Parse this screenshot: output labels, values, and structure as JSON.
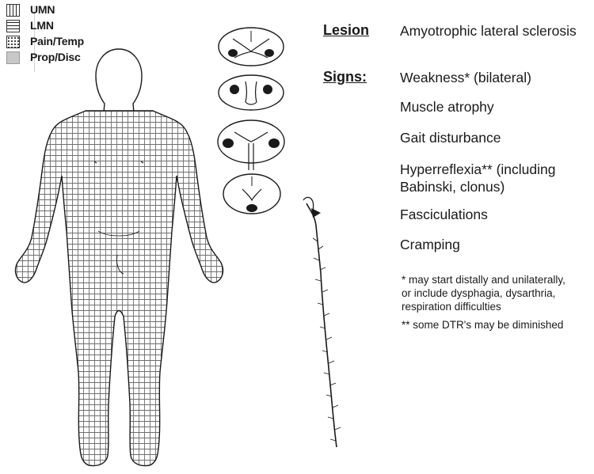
{
  "legend": {
    "items": [
      {
        "label": "UMN"
      },
      {
        "label": "LMN"
      },
      {
        "label": "Pain/Temp"
      },
      {
        "label": "Prop/Disc"
      }
    ]
  },
  "lesion": {
    "heading": "Lesion",
    "value": "Amyotrophic lateral sclerosis"
  },
  "signs": {
    "heading": "Signs:",
    "items": [
      "Weakness*  (bilateral)",
      "Muscle atrophy",
      "Gait disturbance",
      "Hyperreflexia**  (including",
      "Babinski, clonus)",
      "Fasciculations",
      "Cramping"
    ]
  },
  "notes": {
    "note1_line1": "*  may start distally and unilaterally,",
    "note1_line2": "or include dysphagia, dysarthria,",
    "note1_line3": "respiration difficulties",
    "note2": "**  some DTR's may be diminished"
  },
  "colors": {
    "ink": "#1a1a1a",
    "hatch": "#6e6e6e",
    "prop_disc_fill": "#c8c8c8"
  }
}
